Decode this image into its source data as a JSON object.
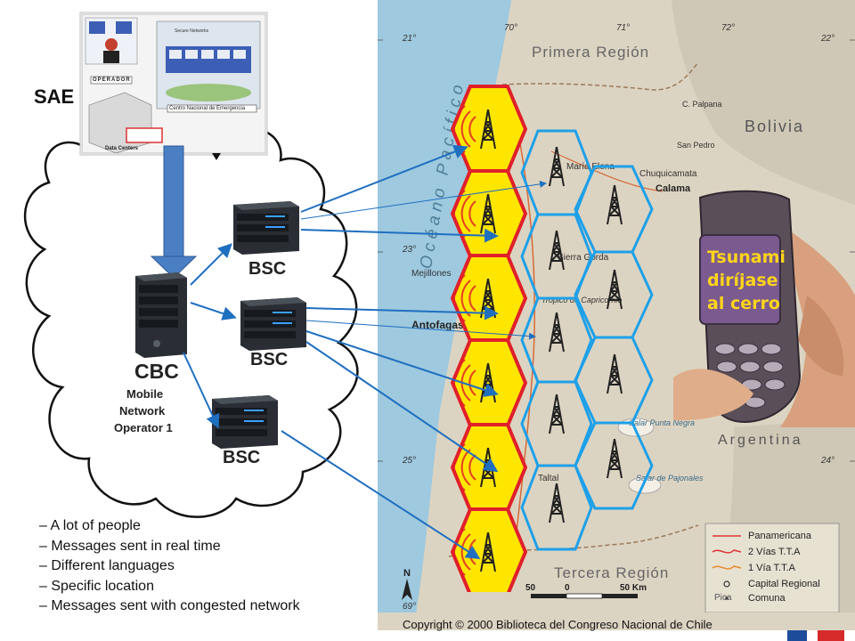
{
  "sae": {
    "title": "SAE",
    "operator_label": "OPERADOR",
    "center_label": "Centro Nacional de Emergencia",
    "secure_network_label": "Secure Networks",
    "data_centers_label": "Data Centers"
  },
  "network": {
    "bsc_label": "BSC",
    "cbc_label": "CBC",
    "operator_lines": [
      "Mobile",
      "Network",
      "Operator 1"
    ]
  },
  "bullets": [
    "– A lot of people",
    "– Messages sent in real time",
    "– Different languages",
    "– Specific location",
    "– Messages sent with congested network"
  ],
  "phone": {
    "message_lines": [
      "Tsunami",
      "diríjase",
      "al cerro"
    ]
  },
  "map": {
    "region_north": "Primera Región",
    "region_south": "Tercera Región",
    "country_bolivia": "Bolivia",
    "country_argentina": "Argentina",
    "ocean_label": "Océano Pacífico",
    "towns": [
      "María Elena",
      "Calama",
      "Chuquicamata",
      "Mejillones",
      "Antofagasta",
      "Taltal",
      "San Pedro",
      "C. Palpana",
      "Salar Punta Negra",
      "Salar de Pajonales",
      "Trópico de Capricornio",
      "Sierra Gorda"
    ],
    "lat_labels": [
      "21°",
      "22°",
      "23°",
      "24°",
      "25°"
    ],
    "lon_labels": [
      "70°",
      "71°",
      "72°",
      "69°"
    ],
    "scale_labels": [
      "50",
      "0",
      "50 Km"
    ],
    "north_label": "N",
    "copyright": "Copyright © 2000 Biblioteca del Congreso Nacional de Chile",
    "legend": [
      "Panamericana",
      "2 Vías T.T.A",
      "1 Vía   T.T.A",
      "Capital Regional",
      "Comuna"
    ],
    "legend_pica": "Pica"
  },
  "colors": {
    "hex_red": "#e0202a",
    "hex_yellow": "#ffe600",
    "hex_blue": "#1ea0e8",
    "arrow_blue": "#1f6fc0",
    "big_arrow": "#4a7fc4",
    "map_land": "#ddd5c3",
    "map_sea": "#9ec9df"
  }
}
